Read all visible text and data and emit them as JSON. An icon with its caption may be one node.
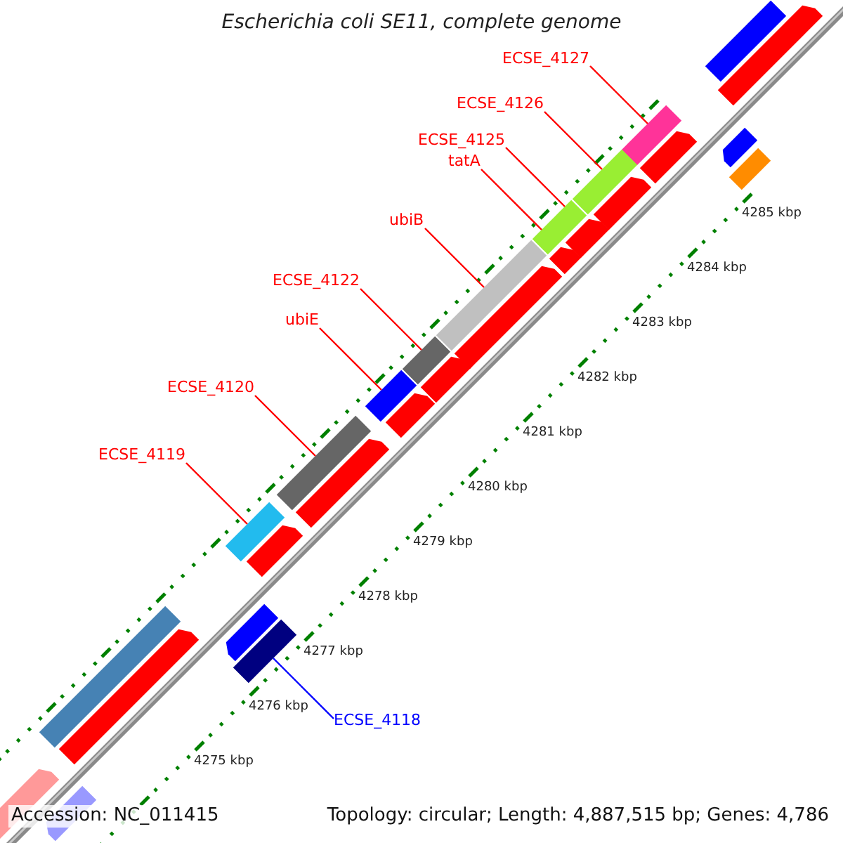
{
  "diagram": {
    "title": "Escherichia coli SE11, complete genome",
    "nodes": [
      {
        "text": [
          "ECSE_4127"
        ]
      },
      {
        "text": [],
        "shape": "bar"
      },
      {
        "text": [
          "ECSE_4126"
        ]
      },
      {
        "text": [],
        "shape": "bar"
      },
      {
        "text": [
          "ECSE_4125"
        ]
      },
      {
        "text": [],
        "shape": "bar"
      },
      {
        "text": [
          "tatA"
        ]
      },
      {
        "text": [
          "ubiB"
        ]
      },
      {
        "text": [],
        "shape": "bar"
      },
      {
        "text": [
          "ECSE_4122"
        ]
      },
      {
        "text": [],
        "shape": "bar"
      },
      {
        "text": [
          "ubiE"
        ]
      },
      {
        "text": [],
        "shape": "bar"
      },
      {
        "text": [
          "ECSE_4120"
        ]
      },
      {
        "text": [],
        "shape": "bar"
      },
      {
        "text": [
          "ECSE_4119"
        ]
      },
      {
        "text": [],
        "shape": "bar"
      },
      {
        "text": [],
        "shape": "bar"
      },
      {
        "text": [
          "ECSE_4118"
        ]
      },
      {
        "text": [],
        "shape": "bar"
      },
      {
        "text": [],
        "shape": "bar"
      },
      {
        "text": [],
        "shape": "bar"
      },
      {
        "text": [],
        "shape": "bar"
      },
      {
        "text": [],
        "shape": "bar"
      },
      {
        "text": [],
        "shape": "bar"
      },
      {
        "text": [],
        "shape": "bar"
      },
      {
        "text": [],
        "shape": "bar"
      },
      {
        "text": [],
        "shape": "bar"
      },
      {
        "text": [],
        "shape": "bar"
      },
      {
        "text": [],
        "shape": "bar"
      },
      {
        "text": [],
        "shape": "bar"
      },
      {
        "text": [],
        "shape": "bar"
      },
      {
        "text": [],
        "shape": "bar"
      },
      {
        "text": [],
        "shape": "bar"
      },
      {
        "text": [],
        "shape": "bar"
      },
      {
        "text": [],
        "shape": "bar"
      },
      {
        "text": [],
        "shape": "bar"
      }
    ],
    "edges": [
      {
        "from": 0,
        "to": 1,
        "arrow": "none"
      },
      {
        "from": 2,
        "to": 3,
        "arrow": "none"
      },
      {
        "from": 4,
        "to": 5,
        "arrow": "none"
      },
      {
        "from": 6,
        "to": 5,
        "arrow": "none"
      },
      {
        "from": 7,
        "to": 8,
        "arrow": "none"
      },
      {
        "from": 9,
        "to": 10,
        "arrow": "none"
      },
      {
        "from": 11,
        "to": 12,
        "arrow": "none"
      },
      {
        "from": 13,
        "to": 14,
        "arrow": "none"
      },
      {
        "from": 15,
        "to": 16,
        "arrow": "none"
      },
      {
        "from": 18,
        "to": 17,
        "arrow": "none",
        "color": "#0000ff"
      }
    ],
    "labels": [
      "4285 kbp",
      "4284 kbp",
      "4283 kbp",
      "4282 kbp",
      "4281 kbp",
      "4280 kbp",
      "4279 kbp",
      "4278 kbp",
      "4277 kbp",
      "4276 kbp",
      "4275 kbp",
      "Accession: NC_011415",
      "Topology: circular; Length: 4,887,515 bp; Genes: 4,786"
    ]
  }
}
